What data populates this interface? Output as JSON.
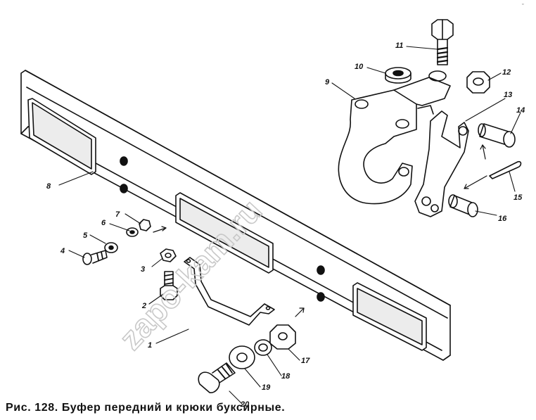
{
  "caption": "Рис. 128. Буфер передний и крюки буксирные.",
  "watermark": "zapo-kam.ru",
  "callouts": {
    "c1": "1",
    "c2": "2",
    "c3": "3",
    "c4": "4",
    "c5": "5",
    "c6": "6",
    "c7": "7",
    "c8": "8",
    "c9": "9",
    "c10": "10",
    "c11": "11",
    "c12": "12",
    "c13": "13",
    "c14": "14",
    "c15": "15",
    "c16": "16",
    "c17": "17",
    "c18": "18",
    "c19": "19",
    "c20": "20"
  },
  "colors": {
    "ink": "#111111",
    "paper": "#ffffff",
    "watermark": "#c8c8c8"
  }
}
